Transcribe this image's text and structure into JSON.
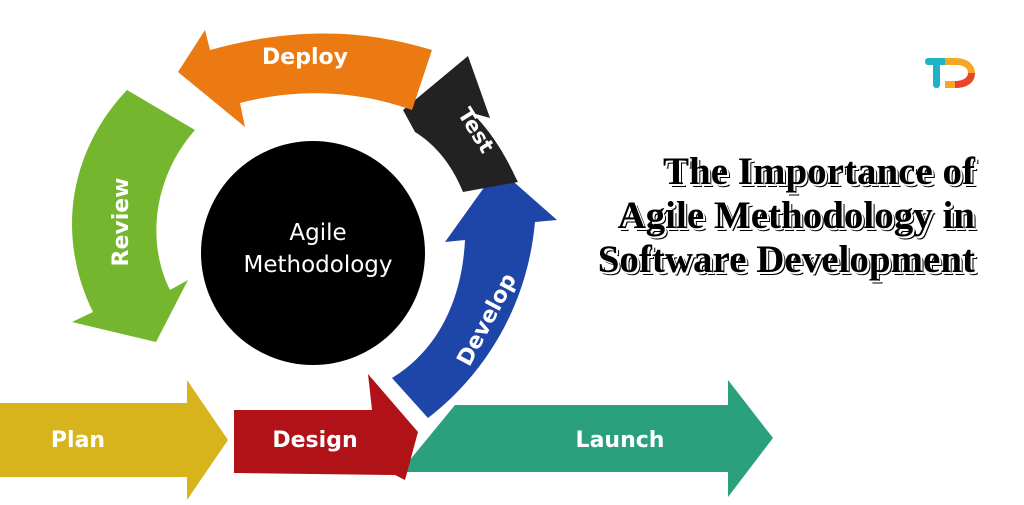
{
  "diagram": {
    "center": {
      "line1": "Agile",
      "line2": "Methodology",
      "color": "#000000"
    },
    "stages": {
      "plan": {
        "label": "Plan",
        "color": "#d8b41c"
      },
      "design": {
        "label": "Design",
        "color": "#b01217"
      },
      "develop": {
        "label": "Develop",
        "color": "#1d46a8"
      },
      "test": {
        "label": "Test",
        "color": "#222222"
      },
      "deploy": {
        "label": "Deploy",
        "color": "#ec7a13"
      },
      "review": {
        "label": "Review",
        "color": "#74b62e"
      },
      "launch": {
        "label": "Launch",
        "color": "#2aa07c"
      }
    }
  },
  "title": {
    "line1": "The Importance of",
    "line2": "Agile Methodology in",
    "line3": "Software Development"
  },
  "logo": {
    "icon": "td-logo-icon",
    "colors": [
      "#1fb3c7",
      "#f5a623",
      "#e8452c"
    ]
  }
}
